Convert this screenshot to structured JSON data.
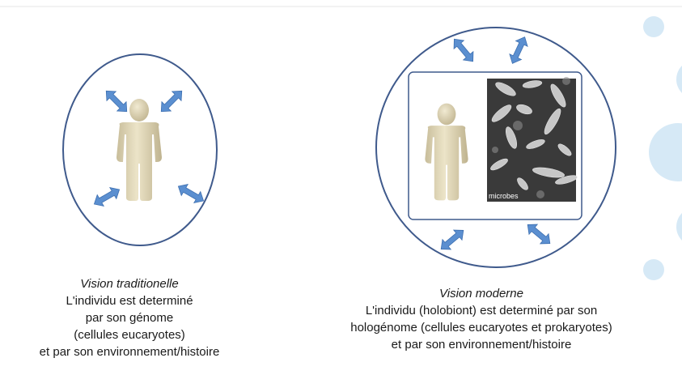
{
  "diagram": {
    "panel_label": "microbes"
  },
  "captions": {
    "left": {
      "title": "Vision traditionelle",
      "lines": [
        "L'individu est determiné",
        "par son génome",
        "(cellules eucaryotes)",
        "et par son environnement/histoire"
      ]
    },
    "right": {
      "title": "Vision moderne",
      "lines": [
        "L'individu (holobiont) est determiné par son",
        "hologénome (cellules eucaryotes et prokaryotes)",
        "et par son environnement/histoire"
      ]
    }
  },
  "colors": {
    "ring": "#3f5a8c",
    "arrow": "#5b8fd0",
    "figure": "#ddd3b5",
    "deco_bubble": "#d6e9f6",
    "micrograph_bg": "#3a3a3a"
  },
  "icons": [
    "double-arrow-icon",
    "human-figure-icon"
  ]
}
